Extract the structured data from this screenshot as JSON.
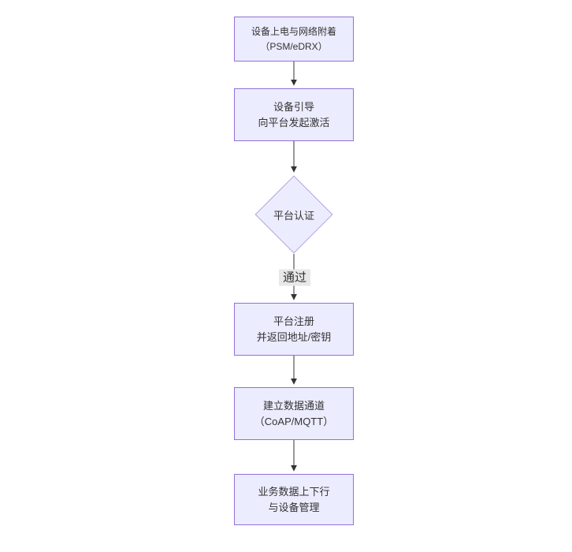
{
  "diagram": {
    "type": "flowchart",
    "direction": "top-down",
    "colors": {
      "canvas_bg": "#ffffff",
      "node_fill": "#ececff",
      "node_border": "#9370db",
      "diamond_border": "#b3a2e0",
      "edge_color": "#333333",
      "text_color": "#333333",
      "edge_label_bg": "#e8e8e8"
    },
    "nodes": [
      {
        "id": "power-attach",
        "shape": "rect",
        "lines": [
          "设备上电与网络附着",
          "（PSM/eDRX）"
        ]
      },
      {
        "id": "bootstrap",
        "shape": "rect",
        "lines": [
          "设备引导",
          "向平台发起激活"
        ]
      },
      {
        "id": "platform-auth",
        "shape": "diamond",
        "lines": [
          "平台认证"
        ]
      },
      {
        "id": "platform-register",
        "shape": "rect",
        "lines": [
          "平台注册",
          "并返回地址/密钥"
        ]
      },
      {
        "id": "data-channel",
        "shape": "rect",
        "lines": [
          "建立数据通道",
          "（CoAP/MQTT）"
        ]
      },
      {
        "id": "business-data",
        "shape": "rect",
        "lines": [
          "业务数据上下行",
          "与设备管理"
        ]
      }
    ],
    "edges": [
      {
        "from": "power-attach",
        "to": "bootstrap",
        "label": ""
      },
      {
        "from": "bootstrap",
        "to": "platform-auth",
        "label": ""
      },
      {
        "from": "platform-auth",
        "to": "platform-register",
        "label": "通过"
      },
      {
        "from": "platform-register",
        "to": "data-channel",
        "label": ""
      },
      {
        "from": "data-channel",
        "to": "business-data",
        "label": ""
      }
    ]
  }
}
